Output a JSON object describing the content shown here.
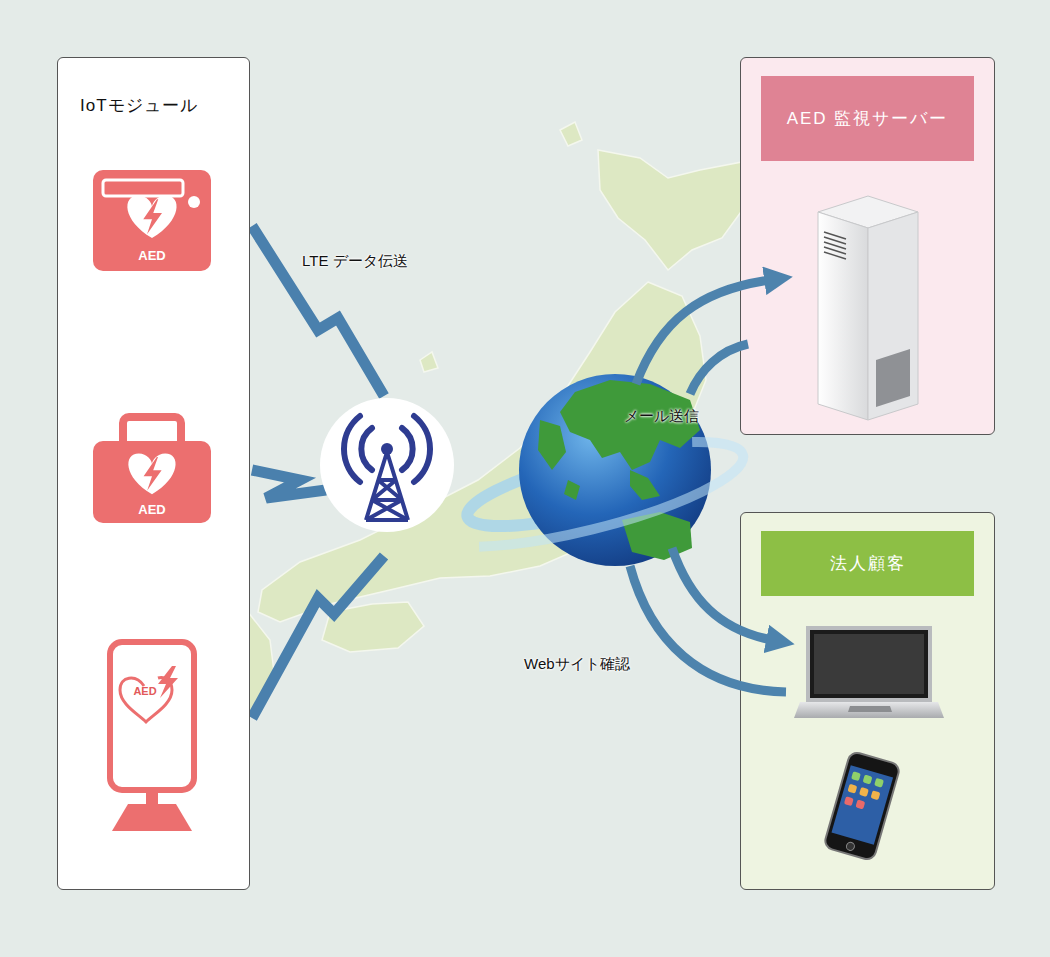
{
  "diagram": {
    "nodes": [
      {
        "text": [
          "IoTモジュール"
        ]
      },
      {
        "text": [
          "AED"
        ],
        "in": 0
      },
      {
        "text": [
          "AED"
        ],
        "in": 0
      },
      {
        "text": [
          "AED"
        ],
        "in": 0
      },
      {
        "text": [
          "AED 監視サーバー"
        ]
      },
      {
        "text": [
          "法人顧客"
        ]
      }
    ],
    "labels": [
      "LTE データ伝送",
      "メール送信",
      "Webサイト確認"
    ]
  }
}
